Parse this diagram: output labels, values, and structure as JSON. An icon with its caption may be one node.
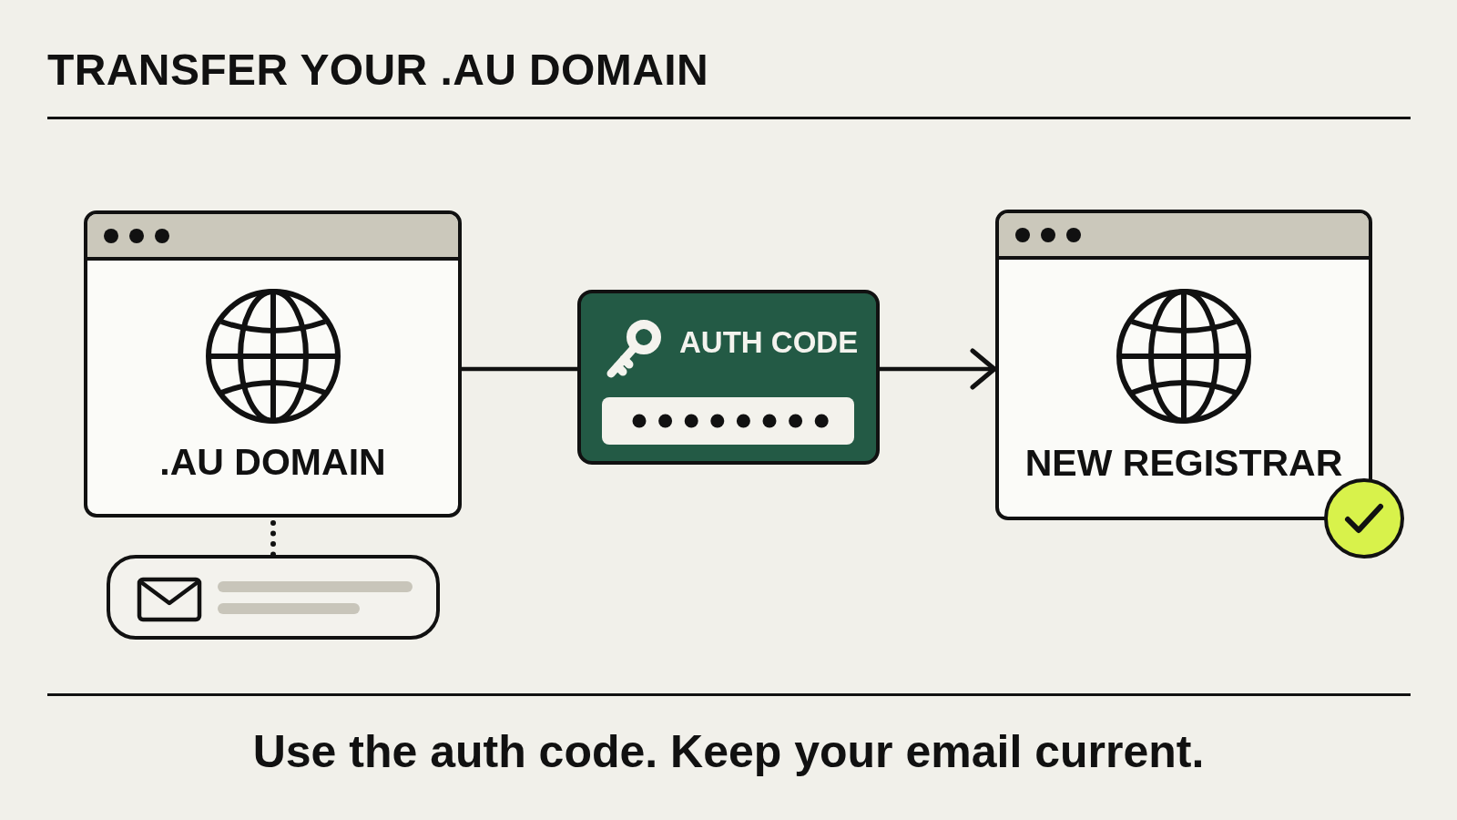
{
  "diagram": {
    "title": "TRANSFER YOUR .AU DOMAIN",
    "nodes": [
      {
        "text": [
          ".AU DOMAIN"
        ]
      },
      {
        "text": [
          "AUTH CODE"
        ]
      },
      {
        "text": [
          "NEW REGISTRAR"
        ]
      },
      {
        "text": [],
        "shape": "box"
      }
    ],
    "edges": [
      {
        "from": 0,
        "to": 1,
        "arrow": "none"
      },
      {
        "from": 1,
        "to": 2,
        "arrow": "to"
      },
      {
        "from": 0,
        "to": 3,
        "arrow": "none",
        "style": "dashed"
      }
    ],
    "caption": "Use the auth code. Keep your email current."
  }
}
